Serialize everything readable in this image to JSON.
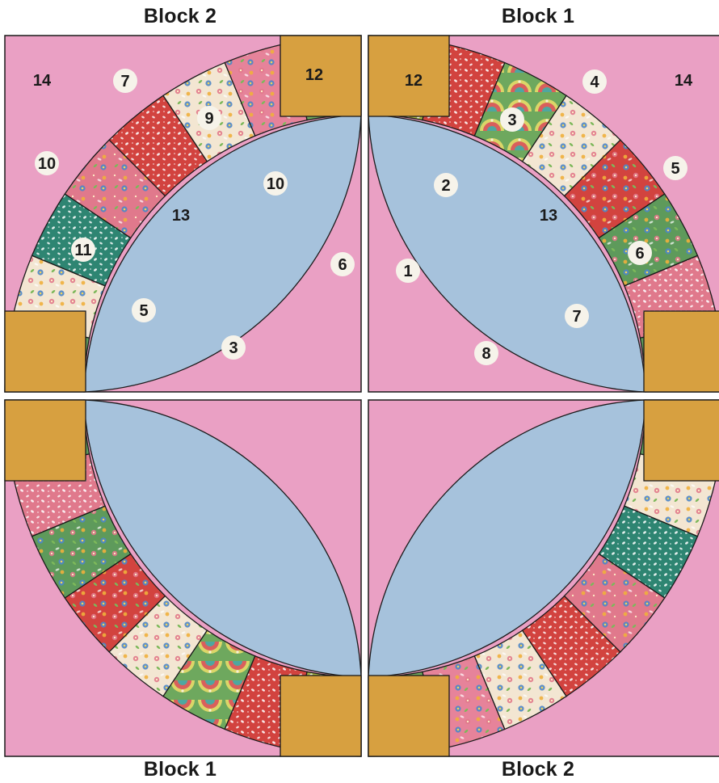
{
  "titles": {
    "top_left": "Block 2",
    "top_right": "Block 1",
    "bottom_left": "Block 1",
    "bottom_right": "Block 2"
  },
  "colors": {
    "background_pink": "#eaa0c4",
    "melon_blue": "#a6c2dc",
    "corner_gold": "#d7a040",
    "outline": "#1a1a1a",
    "label_circle": "#f6f3ea",
    "fabric_red": "#d2433f",
    "fabric_pink": "#e0798c",
    "fabric_pink_light": "#e6839a",
    "fabric_green": "#5e9a5b",
    "fabric_teal": "#2e8572",
    "fabric_teal_dark": "#3a8068",
    "fabric_cream": "#f3e6d2",
    "fabric_olive": "#a5b645",
    "fabric_fan_green": "#6ea85e"
  },
  "labels": {
    "tl": {
      "p12": "12",
      "p13": "13",
      "p14": "14",
      "arc": [
        "3",
        "5",
        "11",
        "10",
        "7",
        "9",
        "10",
        "6"
      ]
    },
    "tr": {
      "p12": "12",
      "p13": "13",
      "p14": "14",
      "arc": [
        "1",
        "2",
        "3",
        "4",
        "5",
        "6",
        "7",
        "8"
      ]
    }
  }
}
